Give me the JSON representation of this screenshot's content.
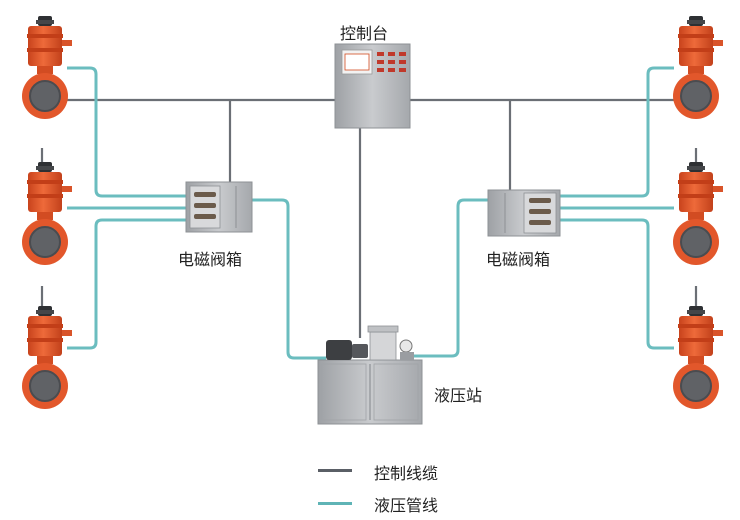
{
  "labels": {
    "console": "控制台",
    "solenoid_left": "电磁阀箱",
    "solenoid_right": "电磁阀箱",
    "hydraulic_station": "液压站"
  },
  "legend": [
    {
      "label": "控制线缆",
      "color": "#5a5f66"
    },
    {
      "label": "液压管线",
      "color": "#5fb4b6"
    }
  ],
  "colors": {
    "cable": "#6b6f75",
    "hydraulic": "#6bbdbf",
    "valve_orange": "#e2572b",
    "valve_dark": "#5b5d61",
    "cabinet": "#b9bcc0"
  }
}
